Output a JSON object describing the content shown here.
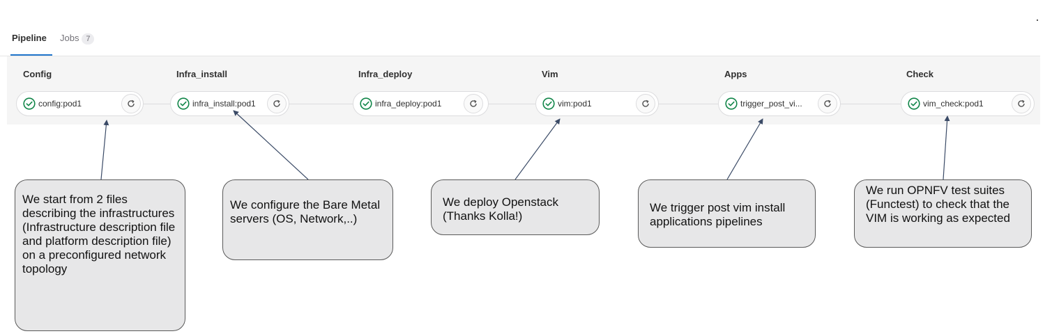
{
  "tabs": {
    "pipeline_label": "Pipeline",
    "jobs_label": "Jobs",
    "jobs_count": "7"
  },
  "stages": [
    {
      "title": "Config",
      "job": "config:pod1",
      "status": "success"
    },
    {
      "title": "Infra_install",
      "job": "infra_install:pod1",
      "status": "success"
    },
    {
      "title": "Infra_deploy",
      "job": "infra_deploy:pod1",
      "status": "success"
    },
    {
      "title": "Vim",
      "job": "vim:pod1",
      "status": "success"
    },
    {
      "title": "Apps",
      "job": "trigger_post_vi...",
      "status": "success"
    },
    {
      "title": "Check",
      "job": "vim_check:pod1",
      "status": "success"
    }
  ],
  "callouts": [
    "We start from 2 files describing the infrastructures (Infrastructure description file and platform description file) on a preconfigured network topology",
    "We configure the Bare Metal servers (OS, Network,..)",
    "We deploy Openstack (Thanks Kolla!)",
    "We trigger post vim install applications pipelines",
    "We run OPNFV test suites (Functest)  to check that the VIM is working as expected"
  ],
  "colors": {
    "success": "#108548",
    "accent": "#1f75cb"
  },
  "icons": {
    "status": "status-success-icon",
    "retry": "retry-icon"
  }
}
